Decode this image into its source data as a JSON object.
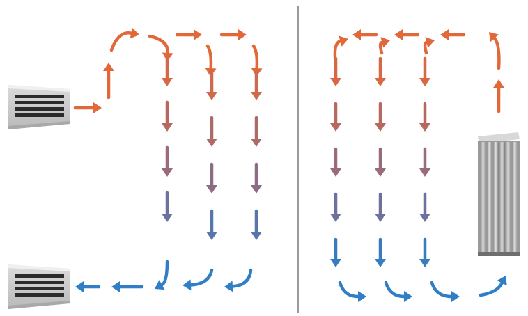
{
  "colors": {
    "warm": "#e2683a",
    "cool": "#2f7ec6",
    "mid": "#8d6b86",
    "divider": "#9a9a9a",
    "background": "#ffffff"
  },
  "panels": [
    {
      "id": "left",
      "heating_device": "wall-vent",
      "airflow": "ceiling-supply-to-floor-return"
    },
    {
      "id": "right",
      "heating_device": "radiator",
      "airflow": "radiator-convection-loop"
    }
  ],
  "icons": [
    "supply-vent-icon",
    "return-vent-icon",
    "radiator-icon",
    "airflow-arrow-icon",
    "curved-airflow-arrow-icon"
  ]
}
